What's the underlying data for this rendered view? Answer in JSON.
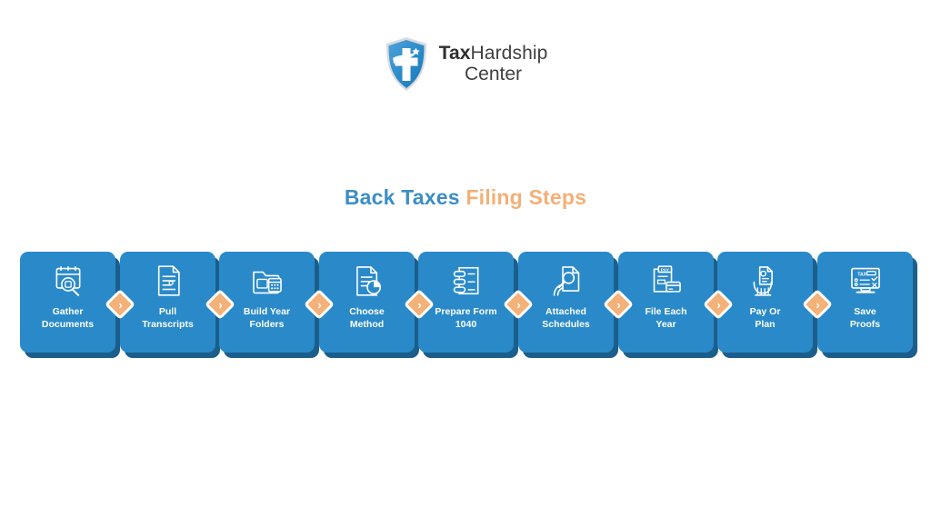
{
  "logo": {
    "name_bold": "Tax",
    "name_rest": "Hardship",
    "name_line2": "Center",
    "mark_icon": "shield-cross-icon",
    "shield_color": "#2a8ac9",
    "cross_color": "#ffffff"
  },
  "headline": {
    "primary_text": "Back Taxes",
    "accent_text": "Filing Steps",
    "primary_color": "#3c8ec4",
    "accent_color": "#f3b077"
  },
  "theme": {
    "card_color": "#2a8ac9",
    "card_shadow_color": "#1b5e8c",
    "connector_color": "#f4b178",
    "label_color": "#ffffff",
    "background": "#ffffff"
  },
  "connector": {
    "icon": "chevron-right-icon",
    "glyph": "›"
  },
  "steps": [
    {
      "index": 1,
      "line1": "Gather",
      "line2": "Documents",
      "icon": "document-magnifier-icon"
    },
    {
      "index": 2,
      "line1": "Pull",
      "line2": "Transcripts",
      "icon": "transcript-document-icon"
    },
    {
      "index": 3,
      "line1": "Build Year",
      "line2": "Folders",
      "icon": "folder-calendar-icon"
    },
    {
      "index": 4,
      "line1": "Choose",
      "line2": "Method",
      "icon": "document-chart-icon"
    },
    {
      "index": 5,
      "line1": "Prepare Form",
      "line2": "1040",
      "icon": "tax-form-icon"
    },
    {
      "index": 6,
      "line1": "Attached",
      "line2": "Schedules",
      "icon": "hand-magnifier-document-icon"
    },
    {
      "index": 7,
      "line1": "File Each",
      "line2": "Year",
      "icon": "invoice-credit-card-icon"
    },
    {
      "index": 8,
      "line1": "Pay Or",
      "line2": "Plan",
      "icon": "hands-holding-document-icon"
    },
    {
      "index": 9,
      "line1": "Save",
      "line2": "Proofs",
      "icon": "monitor-tax-icon"
    }
  ]
}
